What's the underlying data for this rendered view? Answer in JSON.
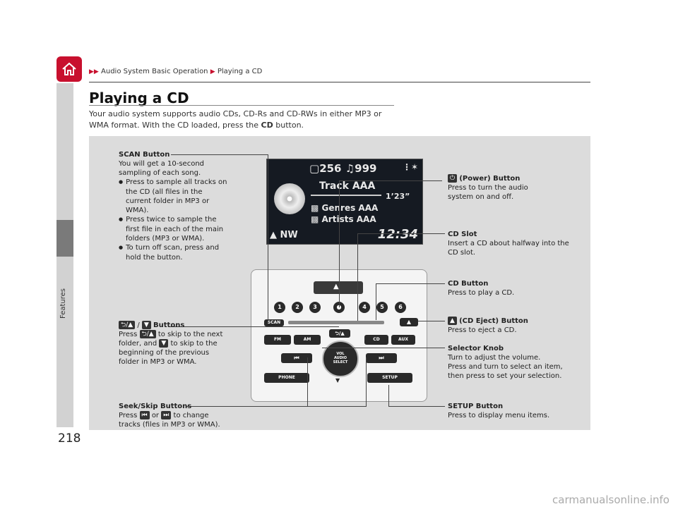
{
  "breadcrumb": {
    "part1": "Audio System Basic Operation",
    "part2": "Playing a CD"
  },
  "sidebar": {
    "section": "Features"
  },
  "page": {
    "number": "218",
    "title": "Playing a CD",
    "intro_before": "Your audio system supports audio CDs, CD-Rs and CD-RWs in either MP3 or WMA format. With the CD loaded, press the ",
    "intro_bold": "CD",
    "intro_after": " button."
  },
  "screen": {
    "folder_count": "256",
    "track_count": "999",
    "track": "Track AAA",
    "time": "1’23”",
    "genre": "Genres AAA",
    "artist": "Artists AAA",
    "compass": "NW",
    "clock": "12:34"
  },
  "panel": {
    "presets": [
      "1",
      "2",
      "3",
      "4",
      "5",
      "6"
    ],
    "scan": "SCAN",
    "fm": "FM",
    "am": "AM",
    "cd": "CD",
    "aux": "AUX",
    "phone": "PHONE",
    "setup": "SETUP",
    "vol": "VOL",
    "audio": "AUDIO",
    "select": "SELECT",
    "back": "⮌/▲",
    "prev": "⏮",
    "next": "⏭",
    "down": "▼",
    "eject": "▲"
  },
  "callouts": {
    "scan": {
      "title": "SCAN Button",
      "desc": "You will get a 10-second sampling of each song.",
      "bullets": [
        "Press to sample all tracks on the CD (all files in the current folder in MP3 or WMA).",
        "Press twice to sample the first file in each of the main folders (MP3 or WMA).",
        "To turn off scan, press and hold the button."
      ]
    },
    "folder": {
      "key_back": "⮌/▲",
      "slash": "/",
      "key_down": "▼",
      "title": "Buttons",
      "press": "Press",
      "desc1": "to skip to the next folder, and",
      "desc2": "to skip to the beginning of the previous folder in MP3 or WMA."
    },
    "seek": {
      "title": "Seek/Skip Buttons",
      "press": "Press",
      "key_prev": "⏮",
      "or": "or",
      "key_next": "⏭",
      "desc": "to change tracks (files in MP3 or WMA)."
    },
    "power": {
      "title": "(Power) Button",
      "desc": "Press to turn the audio system on and off.",
      "icon": "⏻"
    },
    "slot": {
      "title": "CD Slot",
      "desc": "Insert a CD about halfway into the CD slot."
    },
    "cd": {
      "title": "CD Button",
      "desc": "Press to play a CD."
    },
    "eject": {
      "title": "(CD Eject) Button",
      "desc": "Press to eject a CD.",
      "icon": "▲"
    },
    "knob": {
      "title": "Selector Knob",
      "desc1": "Turn to adjust the volume.",
      "desc2": "Press and turn to select an item, then press to set your selection."
    },
    "setup": {
      "title": "SETUP Button",
      "desc": "Press to display menu items."
    }
  },
  "watermark": "carmanualsonline.info",
  "colors": {
    "brand": "#c8102e",
    "figure_bg": "#dcdcdc"
  }
}
